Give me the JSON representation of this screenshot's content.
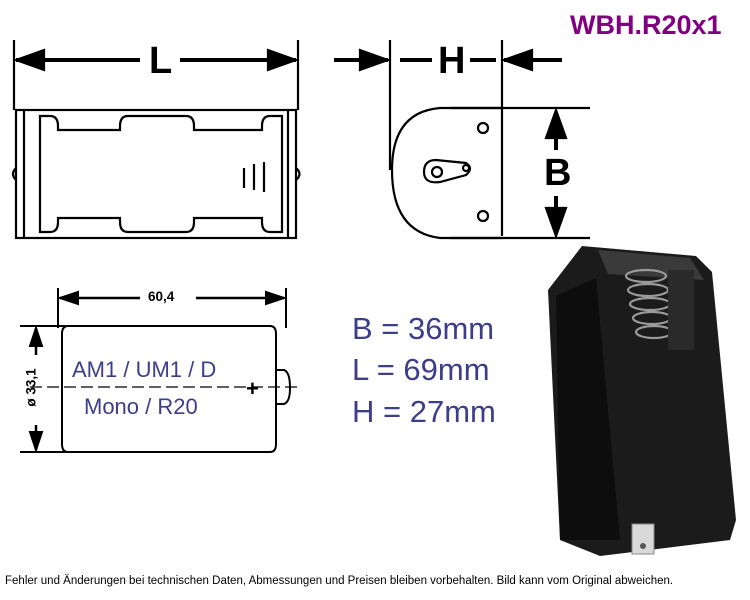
{
  "title": "WBH.R20x1",
  "drawing": {
    "length_label": "L",
    "height_label": "H",
    "width_label": "B"
  },
  "battery": {
    "length": "60,4",
    "diameter": "ø 33,1",
    "type_line1": "AM1 / UM1 / D",
    "type_line2": "Mono / R20",
    "polarity": "+"
  },
  "specs": {
    "b": "B = 36mm",
    "l": "L = 69mm",
    "h": "H = 27mm"
  },
  "footer": "Fehler und Änderungen bei technischen Daten, Abmessungen und Preisen bleiben vorbehalten. Bild kann vom Original abweichen."
}
